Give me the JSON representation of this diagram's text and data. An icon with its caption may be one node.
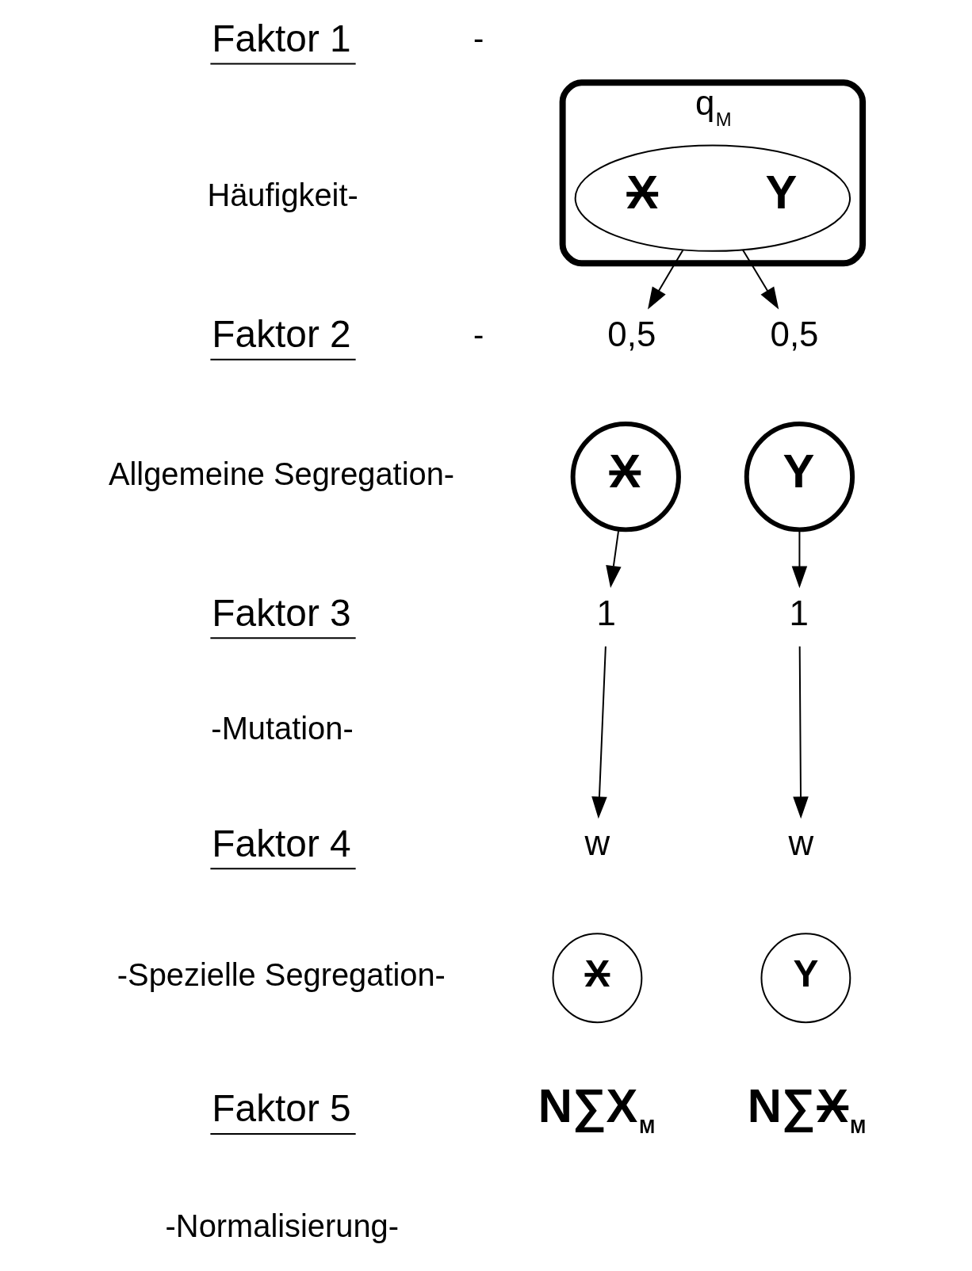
{
  "diagram": {
    "nodes": [
      {
        "text": [
          "q$_{M}$"
        ]
      },
      {
        "text": [
          "X",
          "Y"
        ],
        "in": 0
      },
      {
        "text": [
          "0,5"
        ]
      },
      {
        "text": [
          "0,5"
        ]
      },
      {
        "text": [
          "X"
        ]
      },
      {
        "text": [
          "Y"
        ]
      },
      {
        "text": [
          "1"
        ]
      },
      {
        "text": [
          "1"
        ]
      },
      {
        "text": [
          "w"
        ]
      },
      {
        "text": [
          "w"
        ]
      },
      {
        "text": [
          "X"
        ]
      },
      {
        "text": [
          "Y"
        ]
      }
    ],
    "edges": [
      {
        "from": 1,
        "to": 2,
        "arrow": "to"
      },
      {
        "from": 1,
        "to": 3,
        "arrow": "to"
      },
      {
        "from": 4,
        "to": 6,
        "arrow": "to"
      },
      {
        "from": 5,
        "to": 7,
        "arrow": "to"
      },
      {
        "from": 6,
        "to": 8,
        "arrow": "to"
      },
      {
        "from": 7,
        "to": 9,
        "arrow": "to"
      }
    ],
    "labels": [
      "Faktor 1",
      "-",
      "Häufigkeit-",
      "Faktor 2",
      "-",
      "Allgemeine Segregation-",
      "Faktor 3",
      "-Mutation-",
      "Faktor 4",
      "-Spezielle Segregation-",
      "Faktor 5",
      "-Normalisierung-",
      "N∑X$_{M}$",
      "N∑X$_{M}$"
    ]
  }
}
